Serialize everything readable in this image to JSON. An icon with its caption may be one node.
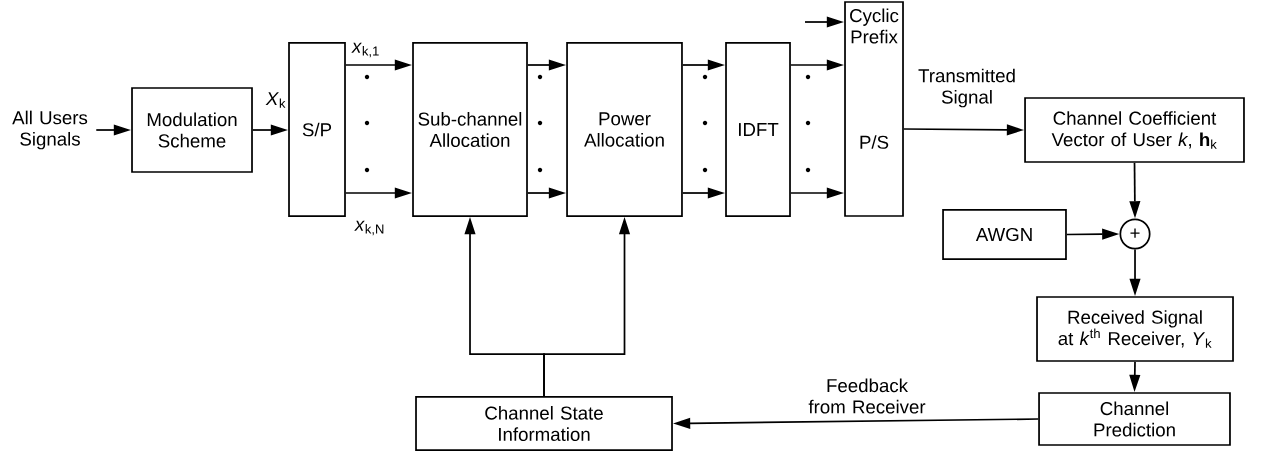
{
  "diagram": {
    "nodes": [
      {
        "text": [
          "All Users Signals"
        ]
      },
      {
        "text": [
          "Modulation Scheme"
        ]
      },
      {
        "text": [
          "S/P"
        ]
      },
      {
        "text": [
          "Sub-channel Allocation"
        ]
      },
      {
        "text": [
          "Power Allocation"
        ]
      },
      {
        "text": [
          "IDFT"
        ]
      },
      {
        "text": [
          "Cyclic Prefix",
          "P/S"
        ]
      },
      {
        "text": [
          "Channel Coefficient Vector of User *k*, **h**$_{k}$"
        ]
      },
      {
        "text": [
          "AWGN"
        ]
      },
      {
        "text": [
          "+"
        ]
      },
      {
        "text": [
          "Received Signal at *k*$^{th}$ Receiver, *Y*$_{k}$"
        ]
      },
      {
        "text": [
          "Channel Prediction"
        ]
      },
      {
        "text": [
          "Channel State Information"
        ]
      }
    ],
    "edges": [
      {
        "from": 0,
        "to": 1,
        "arrow": "to"
      },
      {
        "from": 1,
        "to": 2,
        "arrow": "to",
        "label": "*X*$_{k}$"
      },
      {
        "from": 2,
        "to": 3,
        "arrow": "to",
        "label": "*x*$_{k,1}$"
      },
      {
        "from": 2,
        "to": 3,
        "arrow": "to",
        "label": "*x*$_{k,N}$"
      },
      {
        "from": 3,
        "to": 4,
        "arrow": "to"
      },
      {
        "from": 3,
        "to": 4,
        "arrow": "to"
      },
      {
        "from": 4,
        "to": 5,
        "arrow": "to"
      },
      {
        "from": 4,
        "to": 5,
        "arrow": "to"
      },
      {
        "from": 5,
        "to": 6,
        "arrow": "to"
      },
      {
        "from": 5,
        "to": 6,
        "arrow": "to"
      },
      {
        "from": null,
        "to": 6,
        "arrow": "to"
      },
      {
        "from": 6,
        "to": 7,
        "arrow": "to",
        "label": "Transmitted Signal"
      },
      {
        "from": 7,
        "to": 9,
        "arrow": "to"
      },
      {
        "from": 8,
        "to": 9,
        "arrow": "to"
      },
      {
        "from": 9,
        "to": 10,
        "arrow": "to"
      },
      {
        "from": 10,
        "to": 11,
        "arrow": "to"
      },
      {
        "from": 11,
        "to": 12,
        "arrow": "to",
        "label": "Feedback from Receiver"
      },
      {
        "from": 12,
        "to": 3,
        "arrow": "to"
      },
      {
        "from": 12,
        "to": 4,
        "arrow": "to"
      }
    ]
  }
}
